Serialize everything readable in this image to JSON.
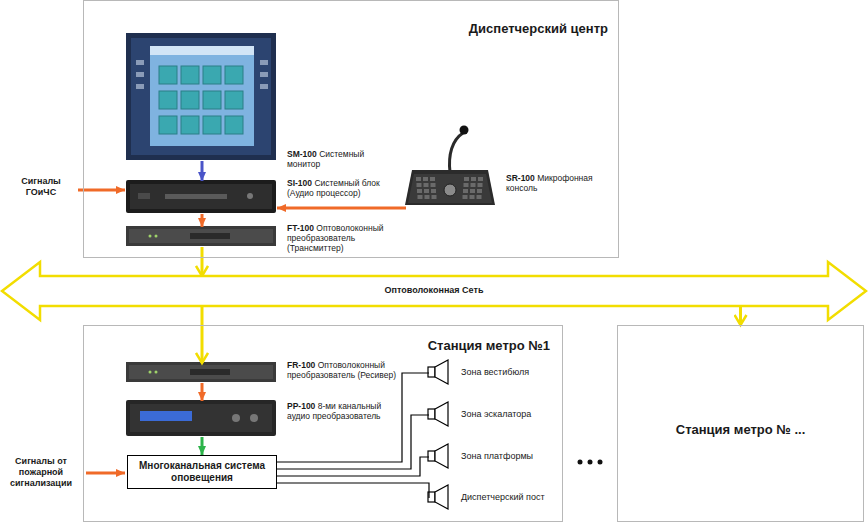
{
  "diagram": {
    "nodes": [
      {
        "text": [
          "Диспетчерский центр"
        ]
      },
      {
        "text": [
          "SM-100 Системный монитор"
        ],
        "in": 0
      },
      {
        "text": [
          "SI-100 Системный блок (Аудио процессор)"
        ],
        "in": 0
      },
      {
        "text": [
          "SR-100 Микрофонная консоль"
        ],
        "in": 0
      },
      {
        "text": [
          "FT-100 Оптоволоконный преобразователь (Трансмиттер)"
        ],
        "in": 0
      },
      {
        "text": [
          "Оптоволоконная Сеть"
        ]
      },
      {
        "text": [
          "Станция метро №1"
        ]
      },
      {
        "text": [
          "FR-100 Оптоволоконный преобразователь (Ресивер)"
        ],
        "in": 6
      },
      {
        "text": [
          "PP-100 8-ми канальный аудио преобразователь"
        ],
        "in": 6
      },
      {
        "text": [
          "Многоканальная система оповещения"
        ],
        "in": 6
      },
      {
        "text": [
          "Зона вестибюля"
        ],
        "in": 6
      },
      {
        "text": [
          "Зона эскалатора"
        ],
        "in": 6
      },
      {
        "text": [
          "Зона платформы"
        ],
        "in": 6
      },
      {
        "text": [
          "Диспетчерский пост"
        ],
        "in": 6
      },
      {
        "text": [
          "Станция метро № ..."
        ]
      }
    ],
    "edges": [
      {
        "from": 1,
        "to": 2,
        "arrow": "to"
      },
      {
        "from": 3,
        "to": 2,
        "arrow": "to"
      },
      {
        "from": 2,
        "to": 4,
        "arrow": "to"
      },
      {
        "from": 4,
        "to": 5,
        "arrow": "to"
      },
      {
        "from": 5,
        "to": 7,
        "arrow": "to"
      },
      {
        "from": 5,
        "to": 14,
        "arrow": "to"
      },
      {
        "from": 7,
        "to": 8,
        "arrow": "to"
      },
      {
        "from": 8,
        "to": 9,
        "arrow": "to"
      },
      {
        "from": 9,
        "to": 10,
        "arrow": "none"
      },
      {
        "from": 9,
        "to": 11,
        "arrow": "none"
      },
      {
        "from": 9,
        "to": 12,
        "arrow": "none"
      },
      {
        "from": 9,
        "to": 13,
        "arrow": "none"
      }
    ],
    "labels": [
      "Сигналы ГОиЧС",
      "Сигналы от пожарной сигнализации"
    ]
  }
}
